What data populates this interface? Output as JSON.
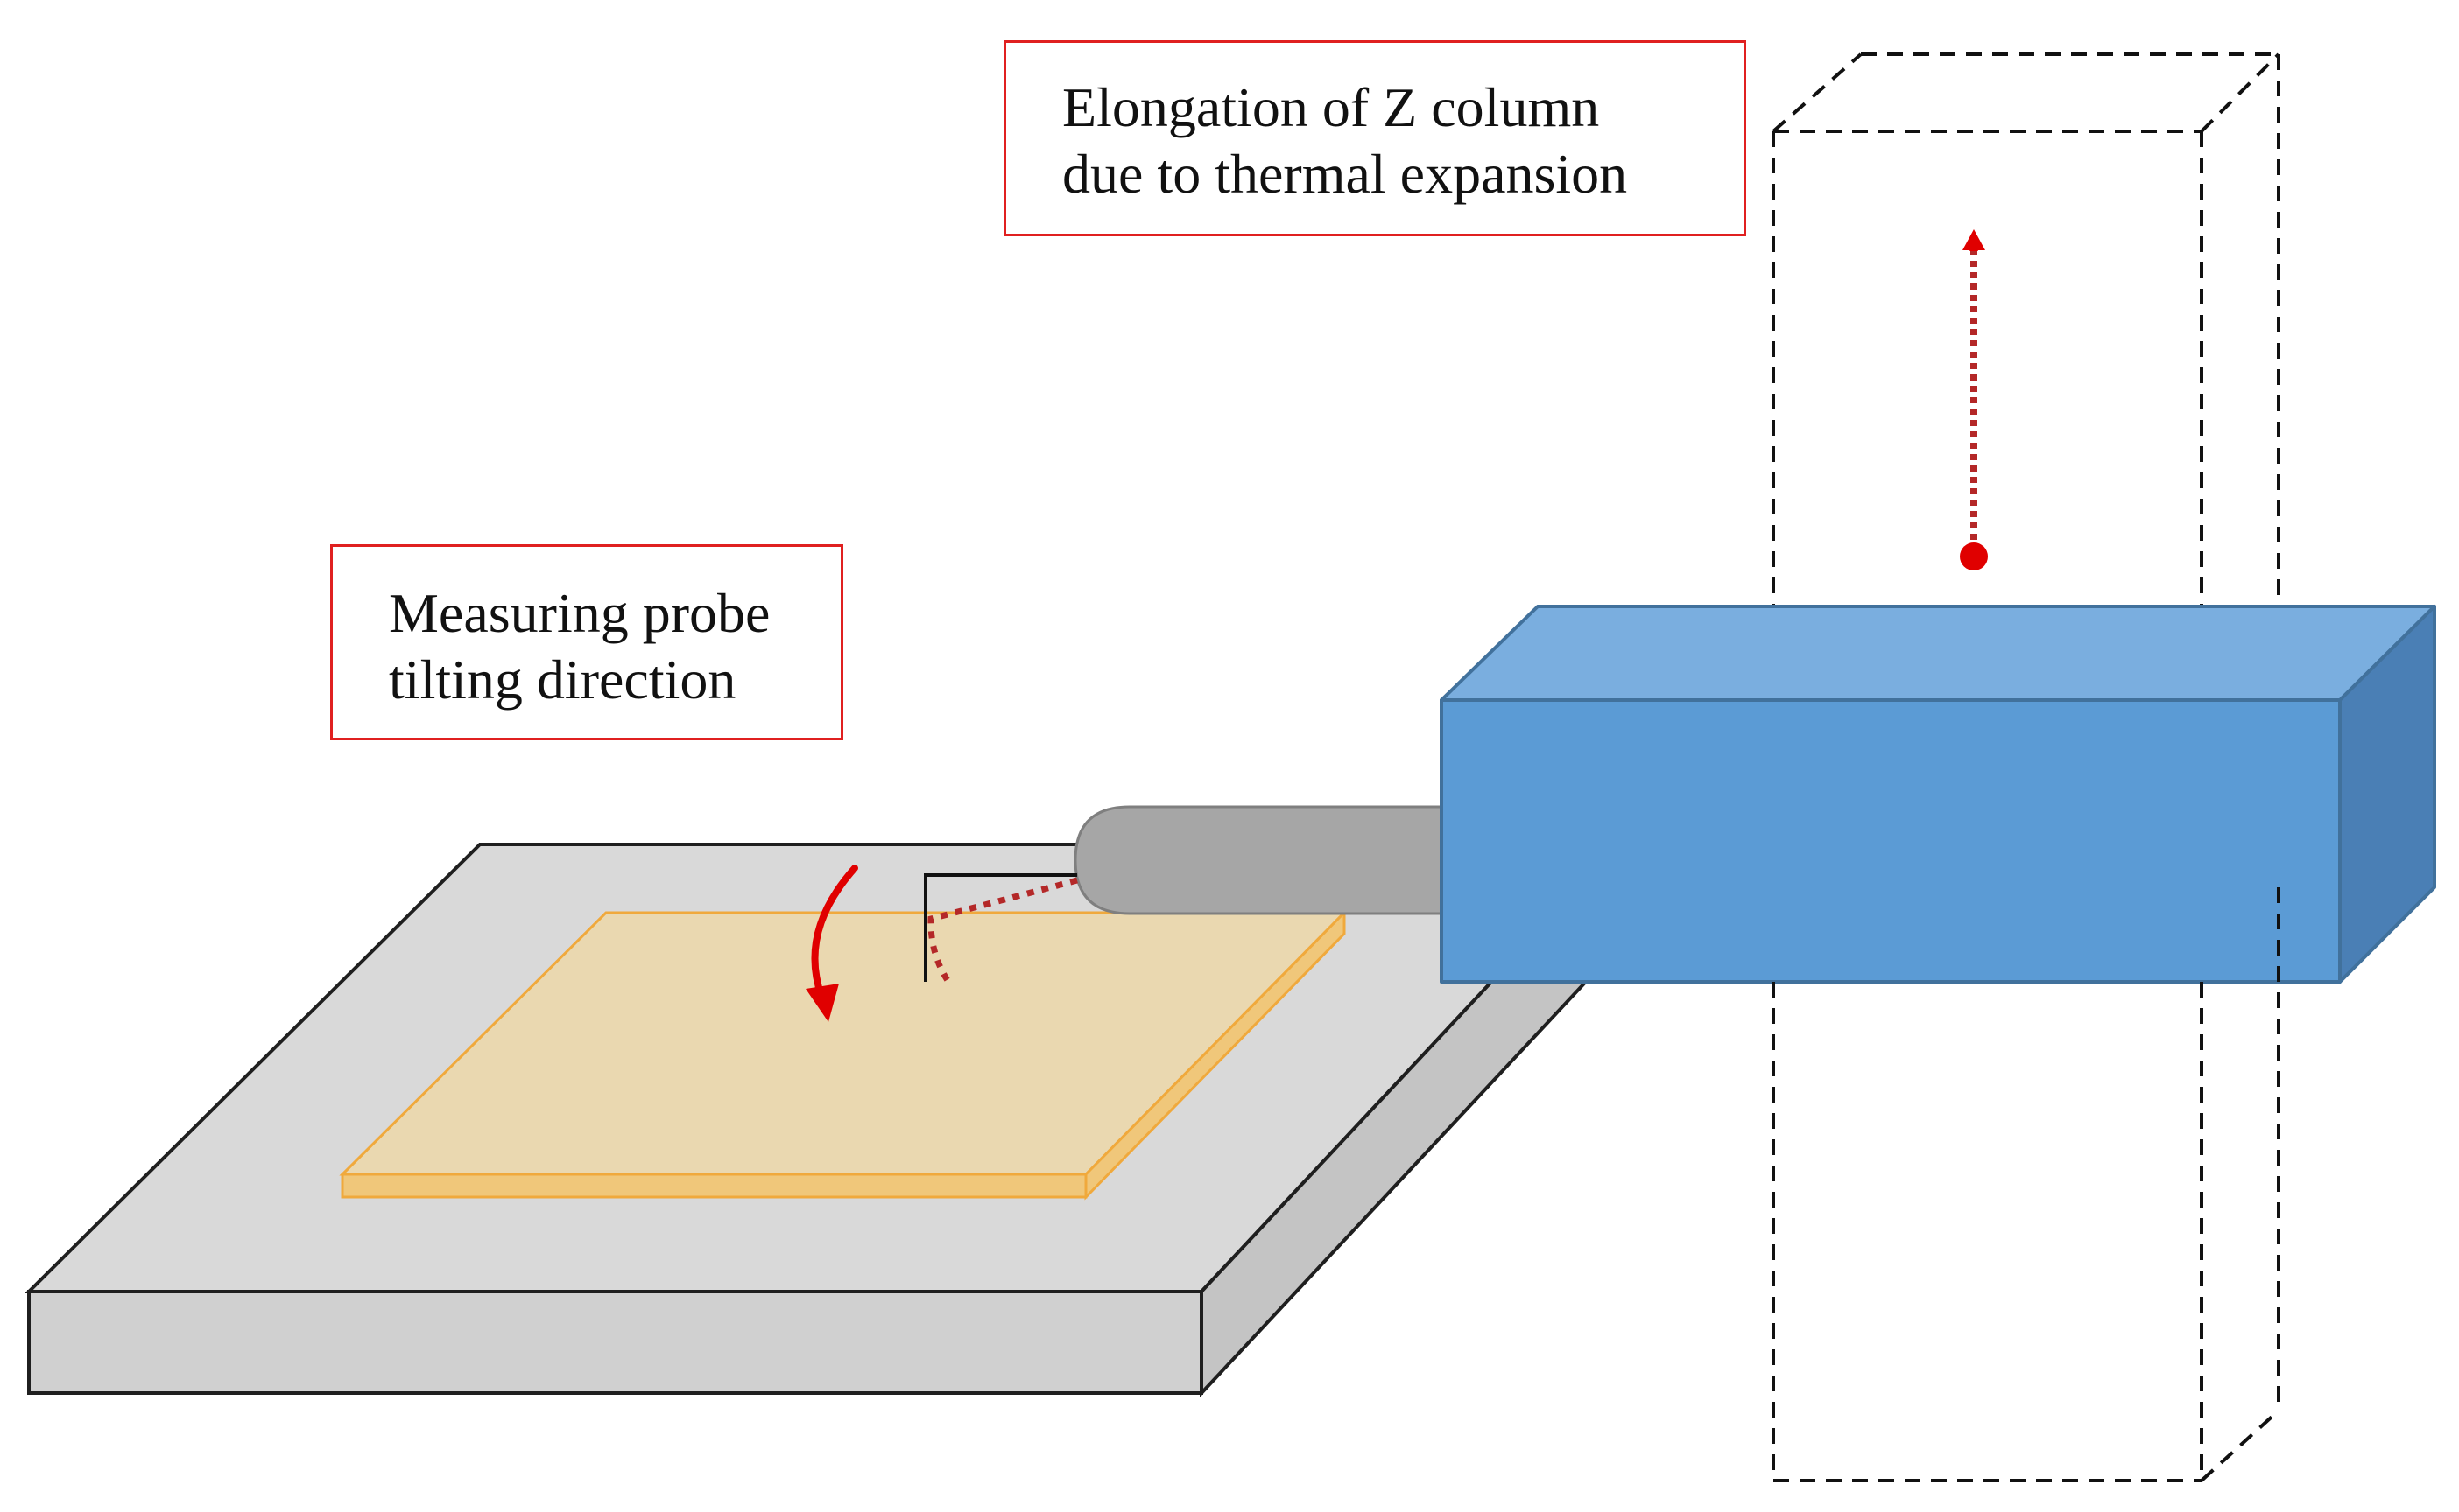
{
  "labels": {
    "z_column": {
      "lines": [
        "Elongation of Z column",
        "due to thermal expansion"
      ]
    },
    "probe": {
      "lines": [
        "Measuring probe",
        "tilting direction"
      ]
    }
  },
  "colors": {
    "table_top": "#d9d9d9",
    "table_front": "#d0d0d0",
    "table_right": "#c4c4c4",
    "table_stroke": "#1f1f1f",
    "workpiece_top": "#ead8b0",
    "workpiece_edge": "#f0c77a",
    "workpiece_stroke": "#f0a93c",
    "spindle": "#a6a6a6",
    "spindle_stroke": "#7f7f7f",
    "head_front": "#5b9bd5",
    "head_top": "#7aaedf",
    "head_side": "#4a7fb5",
    "head_stroke": "#41719c",
    "dashed_outline": "#111111",
    "arrow_red": "#e00000",
    "dotted_red": "#b42828",
    "label_border": "#e02020"
  },
  "icons": {
    "tilt_arrow": "curved-arrow-down-icon",
    "expansion_arrow": "dotted-arrow-up-icon"
  }
}
